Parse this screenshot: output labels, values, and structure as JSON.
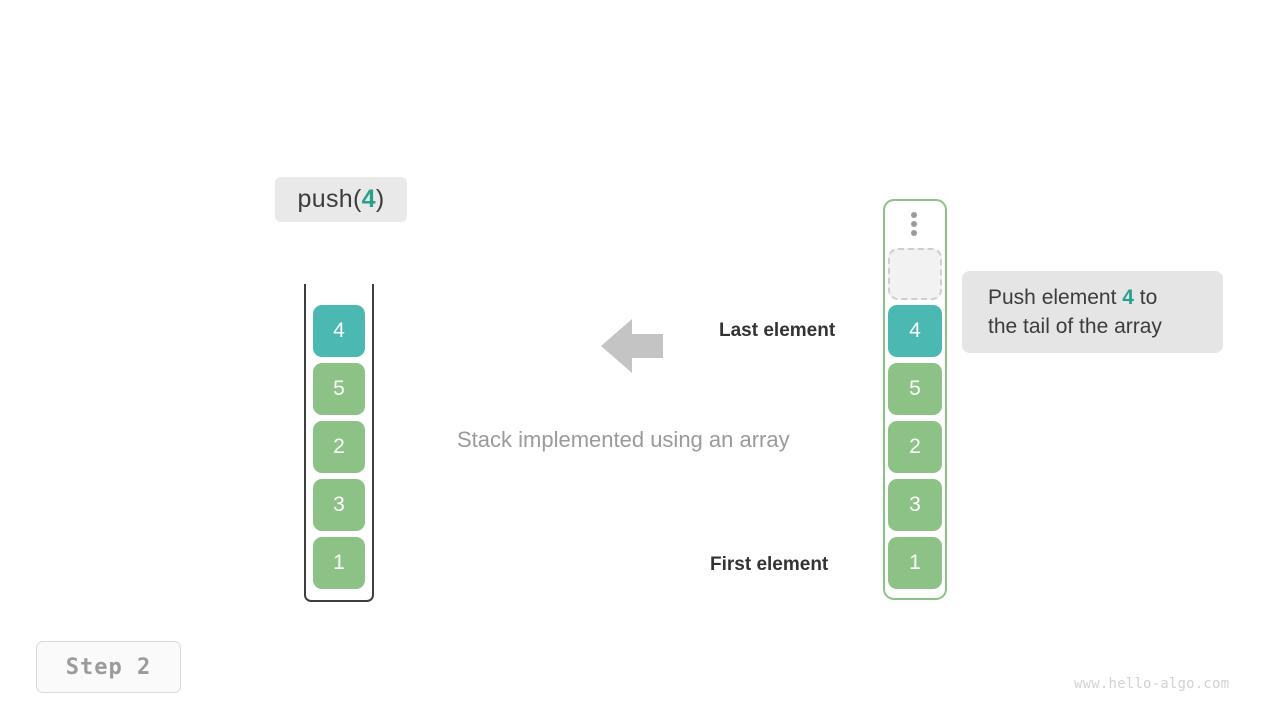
{
  "operation": {
    "label_prefix": "push(",
    "label_value": "4",
    "label_suffix": ")"
  },
  "stack": {
    "title": "Stack implemented using an array",
    "blocks": [
      {
        "value": "4",
        "color": "teal"
      },
      {
        "value": "5",
        "color": "green"
      },
      {
        "value": "2",
        "color": "green"
      },
      {
        "value": "3",
        "color": "green"
      },
      {
        "value": "1",
        "color": "green"
      }
    ]
  },
  "array": {
    "ellipsis": "vertical-ellipsis",
    "empty_slot": "",
    "blocks": [
      {
        "value": "4",
        "color": "teal"
      },
      {
        "value": "5",
        "color": "green"
      },
      {
        "value": "2",
        "color": "green"
      },
      {
        "value": "3",
        "color": "green"
      },
      {
        "value": "1",
        "color": "green"
      }
    ]
  },
  "labels": {
    "last_element": "Last element",
    "first_element": "First element"
  },
  "annotation": {
    "line1_prefix": "Push element ",
    "line1_value": "4",
    "line1_suffix": " to",
    "line2": "the tail of the array"
  },
  "footer": {
    "step": "Step 2",
    "watermark": "www.hello-algo.com"
  },
  "colors": {
    "green": "#8cc285",
    "teal": "#4bb8b2",
    "accent_text": "#29a08c",
    "arrow": "#c4c4c4",
    "box_bg": "#e9e9e9"
  }
}
